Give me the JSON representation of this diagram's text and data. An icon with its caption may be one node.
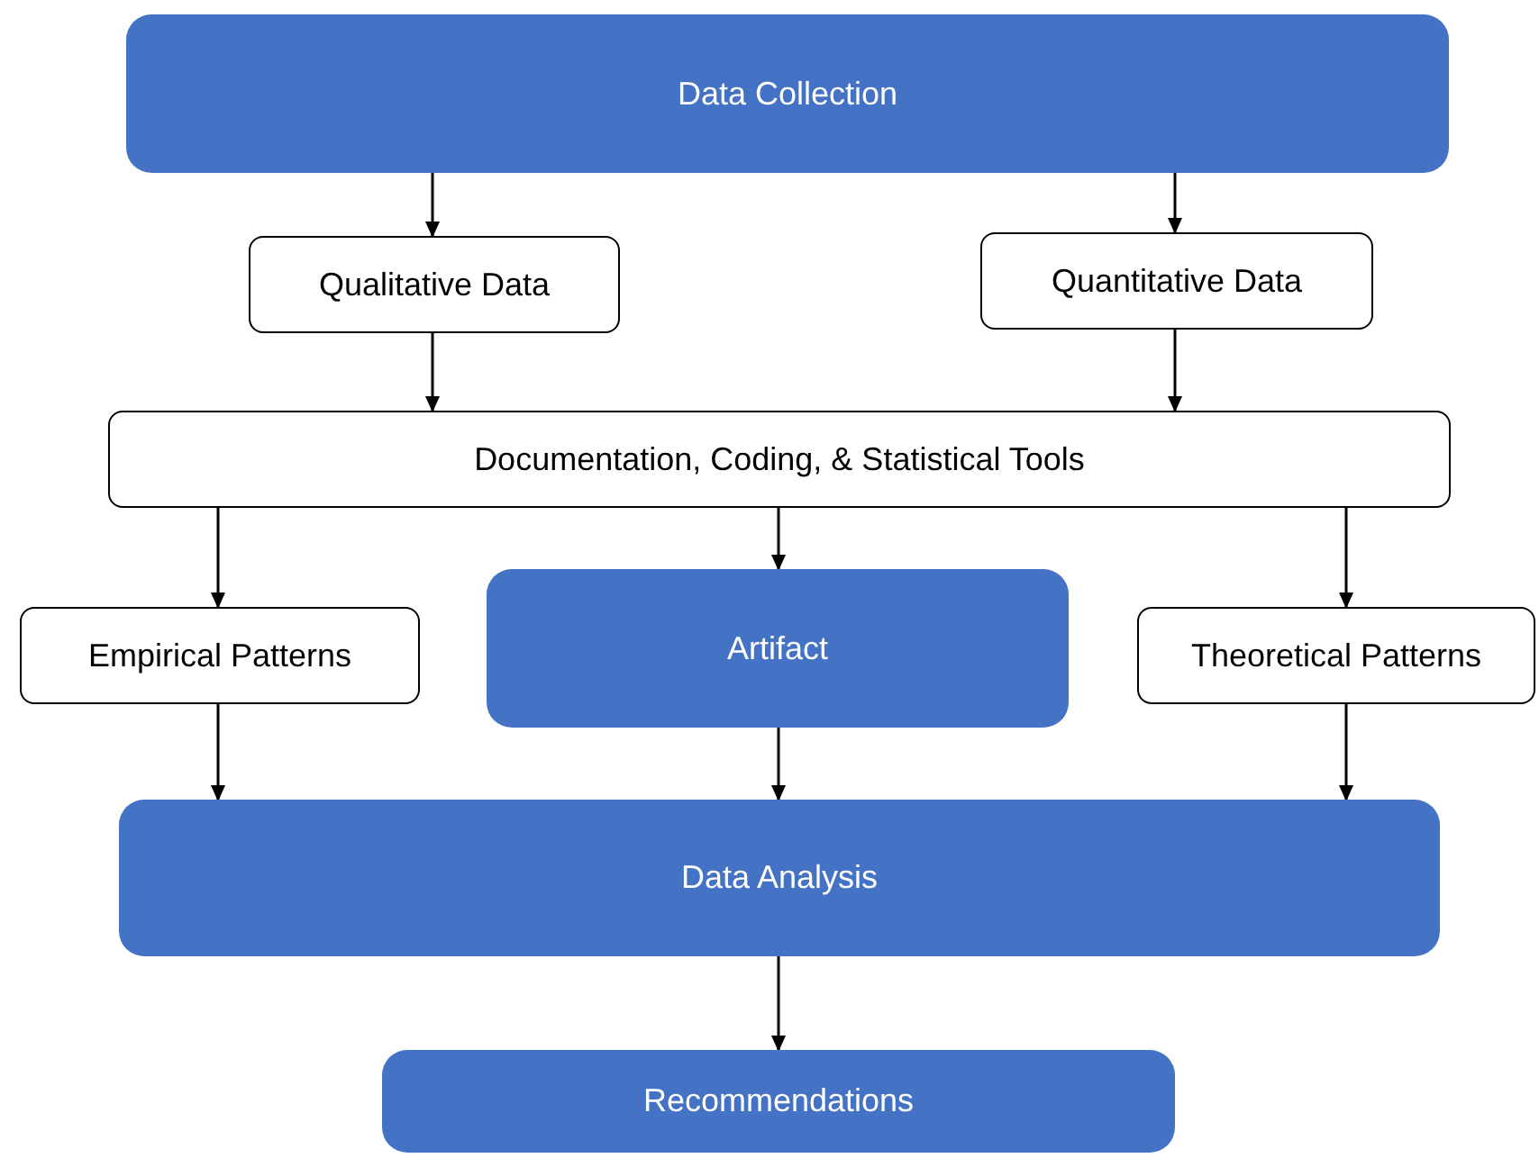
{
  "diagram": {
    "nodes": [
      {
        "text": [
          "Data Collection"
        ]
      },
      {
        "text": [
          "Qualitative Data"
        ]
      },
      {
        "text": [
          "Quantitative Data"
        ]
      },
      {
        "text": [
          "Documentation, Coding, & Statistical Tools"
        ]
      },
      {
        "text": [
          "Empirical Patterns"
        ]
      },
      {
        "text": [
          "Artifact"
        ]
      },
      {
        "text": [
          "Theoretical Patterns"
        ]
      },
      {
        "text": [
          "Data Analysis"
        ]
      },
      {
        "text": [
          "Recommendations"
        ]
      }
    ],
    "edges": [
      {
        "from": 0,
        "to": 1,
        "arrow": "to"
      },
      {
        "from": 0,
        "to": 2,
        "arrow": "to"
      },
      {
        "from": 1,
        "to": 3,
        "arrow": "to"
      },
      {
        "from": 2,
        "to": 3,
        "arrow": "to"
      },
      {
        "from": 3,
        "to": 4,
        "arrow": "to"
      },
      {
        "from": 3,
        "to": 5,
        "arrow": "to"
      },
      {
        "from": 3,
        "to": 6,
        "arrow": "to"
      },
      {
        "from": 4,
        "to": 7,
        "arrow": "to"
      },
      {
        "from": 5,
        "to": 7,
        "arrow": "to"
      },
      {
        "from": 6,
        "to": 7,
        "arrow": "to"
      },
      {
        "from": 7,
        "to": 8,
        "arrow": "to"
      }
    ]
  }
}
